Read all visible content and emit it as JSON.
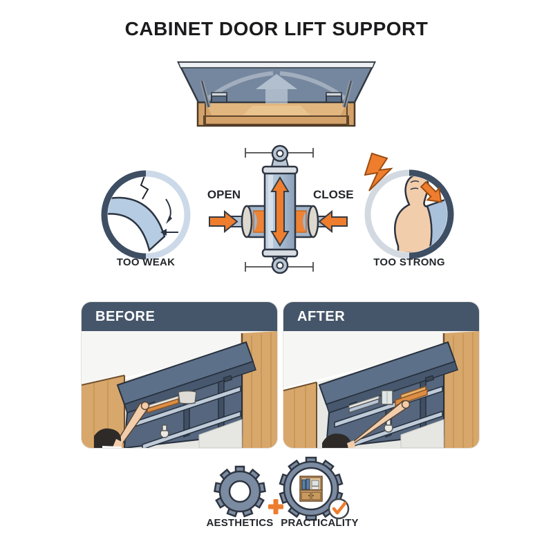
{
  "title": "CABINET DOOR LIFT SUPPORT",
  "strut_diagram": {
    "open_label": "OPEN",
    "close_label": "CLOSE"
  },
  "force_badges": {
    "weak_label": "TOO WEAK",
    "strong_label": "TOO STRONG"
  },
  "comparison": {
    "before_label": "BEFORE",
    "after_label": "AFTER"
  },
  "benefits": {
    "plus_sign": "+",
    "aesthetics_label": "AESTHETICS",
    "practicality_label": "PRACTICALITY"
  },
  "icons": {
    "hero": "lift-up-cabinet-door",
    "hero_arrow": "up-arrow",
    "weak": "sagging-door",
    "strut": "gas-strut-cylinder",
    "strut_arrows": "open-close-arrows",
    "strong": "flexed-arm",
    "overload": "lightning-bolt",
    "aesthetics": "gear",
    "practicality": "gear-with-cabinet",
    "approved": "checkmark"
  },
  "colors": {
    "navy_ring": "#3e4e63",
    "pale_blue_ring": "#ccd9e8",
    "gray_ring": "#d3d9e0",
    "door_slate": "#75879f",
    "cabinet_slate": "#5d7089",
    "panel_header": "#46566a",
    "orange": "#ee7d2e",
    "wood": "#d8a76c",
    "light_blue": "#b6cce2",
    "text_dark": "#23262b"
  }
}
